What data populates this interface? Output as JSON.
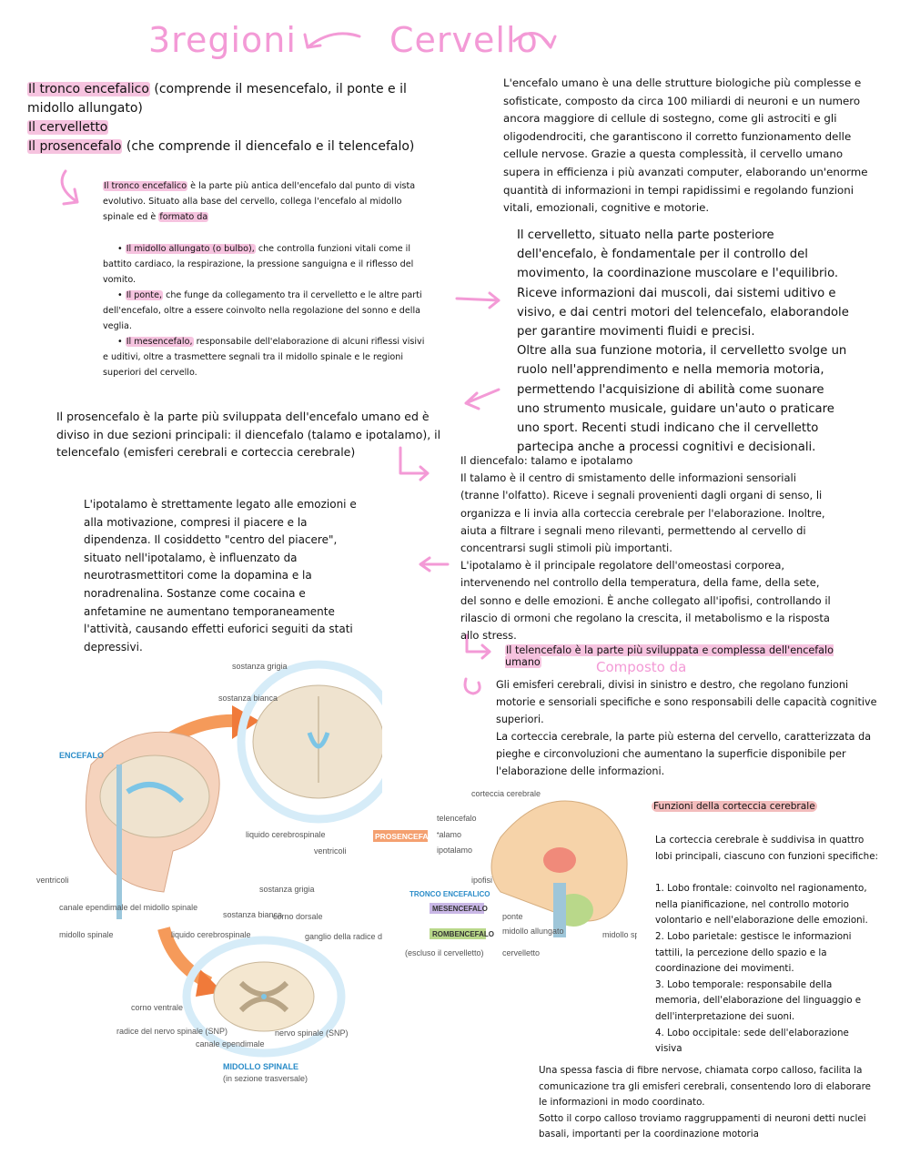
{
  "header": {
    "left_title": "3regioni",
    "right_title": "Cervello"
  },
  "regions": {
    "r1a": "Il tronco encefalico",
    "r1b": " (comprende il mesencefalo, il ponte e il midollo allungato)",
    "r2": "Il cervelletto",
    "r3a": "Il prosencefalo",
    "r3b": " (che comprende il diencefalo e il telencefalo)"
  },
  "intro": "L'encefalo umano è una delle strutture biologiche più complesse e sofisticate, composto da circa 100 miliardi di neuroni e un numero ancora maggiore di cellule di sostegno, come gli astrociti e gli oligodendrociti, che garantiscono il corretto funzionamento delle cellule nervose. Grazie a questa complessità, il cervello umano supera in efficienza i più avanzati computer, elaborando un'enorme quantità di informazioni in tempi rapidissimi e regolando funzioni vitali, emozionali, cognitive e motorie.",
  "tronco": {
    "p_hl": "Il tronco encefalico",
    "p_rest": " è la parte più antica dell'encefalo dal punto di vista evolutivo. Situato alla base del cervello, collega l'encefalo al midollo spinale ed è ",
    "p_hl2": "formato da",
    "b1_hl": "Il midollo allungato (o bulbo),",
    "b1": " che controlla funzioni vitali come il battito cardiaco, la respirazione, la pressione sanguigna e il riflesso del vomito.",
    "b2_hl": "Il ponte,",
    "b2": " che funge da collegamento tra il cervelletto e le altre parti dell'encefalo, oltre a essere coinvolto nella regolazione del sonno e della veglia.",
    "b3_hl": "Il mesencefalo,",
    "b3": " responsabile dell'elaborazione di alcuni riflessi visivi e uditivi, oltre a trasmettere segnali tra il midollo spinale e le regioni superiori del cervello."
  },
  "cervelletto": {
    "text": "Il cervelletto, situato nella parte posteriore dell'encefalo, è fondamentale per il controllo del movimento, la coordinazione muscolare e l'equilibrio. Riceve informazioni dai muscoli, dai sistemi uditivo e visivo, e dai centri motori del telencefalo, elaborandole per garantire movimenti fluidi e precisi.",
    "text2": "Oltre alla sua funzione motoria, il cervelletto svolge un ruolo nell'apprendimento e nella memoria motoria, permettendo l'acquisizione di abilità come suonare uno strumento musicale, guidare un'auto o praticare uno sport. Recenti studi indicano che il cervelletto partecipa anche a processi cognitivi e decisionali."
  },
  "prosencefalo": {
    "text": "Il prosencefalo è la parte più sviluppata dell'encefalo umano ed è diviso in due sezioni principali: il diencefalo (talamo e ipotalamo), il telencefalo (emisferi cerebrali e corteccia cerebrale)"
  },
  "diencefalo": {
    "head": "Il diencefalo: talamo e ipotalamo",
    "talamo": "Il talamo è il centro di smistamento delle informazioni sensoriali (tranne l'olfatto). Riceve i segnali provenienti dagli organi di senso, li organizza e li invia alla corteccia cerebrale per l'elaborazione. Inoltre, aiuta a filtrare i segnali meno rilevanti, permettendo al cervello di concentrarsi sugli stimoli più importanti.",
    "ipotalamo": "L'ipotalamo è il principale regolatore dell'omeostasi corporea, intervenendo nel controllo della temperatura, della fame, della sete, del sonno e delle emozioni. È anche collegato all'ipofisi, controllando il rilascio di ormoni che regolano la crescita, il metabolismo e la risposta allo stress."
  },
  "ipotalamo_left": "L'ipotalamo è strettamente legato alle emozioni e alla motivazione, compresi il piacere e la dipendenza. Il cosiddetto \"centro del piacere\", situato nell'ipotalamo, è influenzato da neurotrasmettitori come la dopamina e la noradrenalina. Sostanze come cocaina e anfetamine ne aumentano temporaneamente l'attività, causando effetti euforici seguiti da stati depressivi.",
  "telencefalo": {
    "head": "Il telencefalo è la parte più sviluppata e complessa dell'encefalo umano",
    "composto": "Composto da",
    "text": "Gli emisferi cerebrali, divisi in sinistro e destro, che regolano funzioni motorie e sensoriali specifiche e sono responsabili delle capacità cognitive superiori.",
    "text2": "La corteccia cerebrale, la parte più esterna del cervello, caratterizzata da pieghe e circonvoluzioni che aumentano la superficie disponibile per l'elaborazione delle informazioni."
  },
  "funzioni": {
    "title": "Funzioni della corteccia cerebrale",
    "intro": "La corteccia cerebrale è suddivisa in quattro lobi principali, ciascuno con funzioni specifiche:",
    "l1": "1. Lobo frontale: coinvolto nel ragionamento, nella pianificazione, nel controllo motorio volontario e nell'elaborazione delle emozioni.",
    "l2": "2. Lobo parietale: gestisce le informazioni tattili, la percezione dello spazio e la coordinazione dei movimenti.",
    "l3": "3. Lobo temporale: responsabile della memoria, dell'elaborazione del linguaggio e dell'interpretazione dei suoni.",
    "l4": "4. Lobo occipitale: sede dell'elaborazione visiva",
    "corpo": "Una spessa fascia di fibre nervose, chiamata corpo calloso, facilita la comunicazione tra gli emisferi cerebrali, consentendo loro di elaborare le informazioni in modo coordinato.",
    "nuclei": "Sotto il corpo calloso troviamo raggruppamenti di neuroni detti nuclei basali, importanti per la coordinazione motoria"
  },
  "fig1": {
    "encefalo": "ENCEFALO",
    "sostanza_grigia": "sostanza grigia",
    "sostanza_bianca": "sostanza bianca",
    "liquido": "liquido cerebrospinale",
    "ventricoli": "ventricoli",
    "ventricoli2": "ventricoli",
    "canale_ep": "canale ependimale del midollo spinale",
    "midollo": "midollo spinale",
    "sost_grigia2": "sostanza grigia",
    "sost_bianca2": "sostanza bianca",
    "corno_dorsale": "corno dorsale",
    "ganglio": "ganglio della radice dorsale (parte del SNP)",
    "liquido2": "liquido cerebrospinale",
    "corno_ventrale": "corno ventrale",
    "radice": "radice del nervo spinale (SNP)",
    "canale2": "canale ependimale",
    "nervo": "nervo spinale (SNP)",
    "midollo_title": "MIDOLLO SPINALE",
    "sezione": "(in sezione trasversale)"
  },
  "fig2": {
    "corteccia": "corteccia cerebrale",
    "telencefalo": "telencefalo",
    "talamo": "talamo",
    "ipotalamo": "ipotalamo",
    "prosencefalo": "PROSENCEFALO",
    "ipofisi": "ipofisi",
    "tronco": "TRONCO ENCEFALICO",
    "mesencefalo": "MESENCEFALO",
    "rombencefalo": "ROMBENCEFALO",
    "escluso": "(escluso il cervelletto)",
    "ponte": "ponte",
    "midollo_all": "midollo allungato",
    "cervelletto": "cervelletto",
    "midollo_sp": "midollo spinale"
  },
  "colors": {
    "accent": "#f39ad6",
    "highlight": "#f6c3df",
    "label_blue": "#2a8cc8"
  }
}
